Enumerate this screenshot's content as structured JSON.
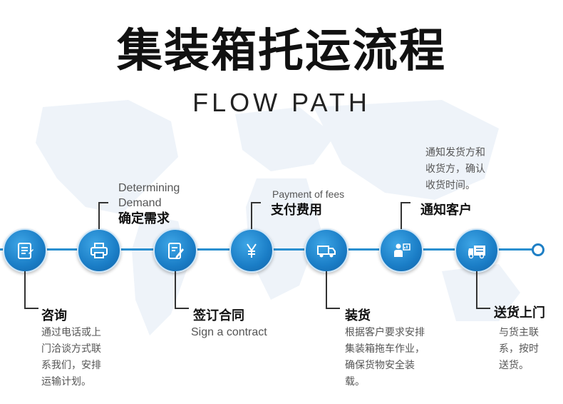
{
  "title": "集装箱托运流程",
  "subtitle": "FLOW PATH",
  "colors": {
    "accent": "#1a7dc6",
    "line": "#2a8fd0",
    "map": "#eef3f9"
  },
  "steps": [
    {
      "icon": "document-icon",
      "label": "咨询",
      "en": "",
      "desc": "通过电话或上\n门洽谈方式联\n系我们，安排\n运输计划。"
    },
    {
      "icon": "printer-icon",
      "label": "确定需求",
      "en": "Determining\nDemand",
      "desc": ""
    },
    {
      "icon": "contract-pen-icon",
      "label": "签订合同",
      "en": "Sign a contract",
      "desc": ""
    },
    {
      "icon": "yen-icon",
      "label": "支付费用",
      "en": "Payment of fees",
      "desc": ""
    },
    {
      "icon": "truck-icon",
      "label": "装货",
      "en": "",
      "desc": "根据客户要求安排\n集装箱拖车作业，\n确保货物安全装\n载。"
    },
    {
      "icon": "presenter-icon",
      "label": "通知客户",
      "en": "",
      "desc": "通知发货方和\n收货方，确认\n收货时间。"
    },
    {
      "icon": "delivery-truck-icon",
      "label": "送货上门",
      "en": "",
      "desc": "与货主联\n系，按时\n送货。"
    }
  ]
}
